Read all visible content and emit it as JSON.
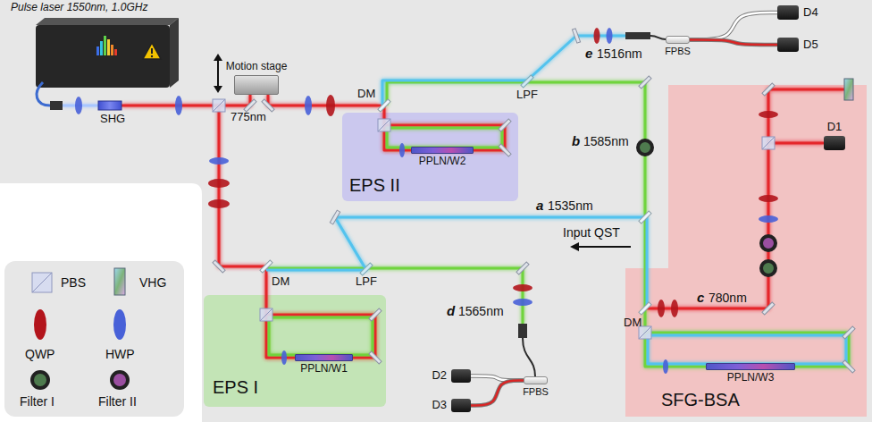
{
  "diagram": {
    "nodes": [
      {
        "text": [
          "Pulse laser 1550nm, 1.0GHz"
        ]
      },
      {
        "text": [
          "Motion stage"
        ]
      },
      {
        "text": [
          "FPBS"
        ]
      },
      {
        "text": [
          "D4"
        ]
      },
      {
        "text": [
          "D5"
        ]
      },
      {
        "text": [
          "EPS II"
        ]
      },
      {
        "text": [
          "PPLN/W2"
        ],
        "in": 5
      },
      {
        "text": [
          "SFG-BSA"
        ]
      },
      {
        "text": [
          "D1"
        ],
        "in": 7
      },
      {
        "text": [
          "PPLN/W3"
        ],
        "in": 7
      },
      {
        "text": [
          "EPS I"
        ]
      },
      {
        "text": [
          "PPLN/W1"
        ],
        "in": 10
      },
      {
        "text": [
          "FPBS"
        ]
      },
      {
        "text": [
          "D2"
        ]
      },
      {
        "text": [
          "D3"
        ]
      }
    ],
    "edges": [
      {
        "from": 2,
        "to": 3,
        "arrow": "none"
      },
      {
        "from": 2,
        "to": 4,
        "arrow": "none"
      },
      {
        "from": 12,
        "to": 13,
        "arrow": "none"
      },
      {
        "from": 12,
        "to": 14,
        "arrow": "none"
      }
    ],
    "labels": [
      "SHG",
      "775nm",
      "DM",
      "LPF",
      "e",
      "1516nm",
      "b",
      "1585nm",
      "a",
      "1535nm",
      "Input QST",
      "c",
      "780nm",
      "DM",
      "LPF",
      "d",
      "1565nm",
      "DM"
    ],
    "legend": [
      {
        "text": "PBS"
      },
      {
        "text": "VHG"
      },
      {
        "text": "QWP"
      },
      {
        "text": "HWP"
      },
      {
        "text": "Filter I"
      },
      {
        "text": "Filter II"
      }
    ]
  }
}
